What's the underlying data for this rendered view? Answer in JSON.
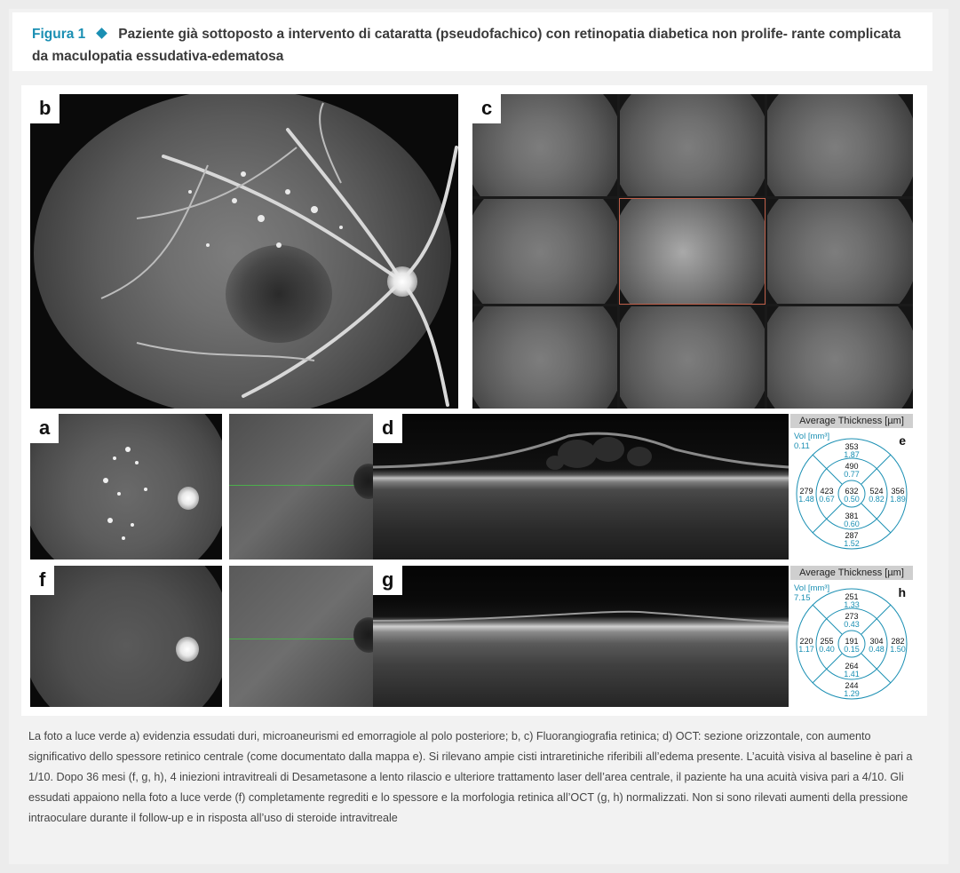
{
  "header": {
    "figure_label": "Figura 1",
    "title": "Paziente già sottoposto a intervento di cataratta (pseudofachico) con retinopatia diabetica non prolife- rante complicata da maculopatia essudativa-edematosa"
  },
  "panels": {
    "b": "b",
    "c": "c",
    "a": "a",
    "d": "d",
    "f": "f",
    "g": "g"
  },
  "map_e": {
    "header": "Average Thickness [µm]",
    "vol_label": "Vol [mm³]",
    "vol_value": "0.11",
    "letter": "e",
    "values": {
      "top_outer": "353",
      "top_outer_vol": "1.87",
      "top_inner": "490",
      "top_inner_vol": "0.77",
      "left_outer": "279",
      "left_outer_vol": "1.48",
      "left_inner": "423",
      "left_inner_vol": "0.67",
      "center": "632",
      "center_vol": "0.50",
      "right_inner": "524",
      "right_inner_vol": "0.82",
      "right_outer": "356",
      "right_outer_vol": "1.89",
      "bottom_inner": "381",
      "bottom_inner_vol": "0.60",
      "bottom_outer": "287",
      "bottom_outer_vol": "1.52"
    }
  },
  "map_h": {
    "header": "Average Thickness [µm]",
    "vol_label": "Vol [mm³]",
    "vol_value": "7.15",
    "letter": "h",
    "values": {
      "top_outer": "251",
      "top_outer_vol": "1.33",
      "top_inner": "273",
      "top_inner_vol": "0.43",
      "left_outer": "220",
      "left_outer_vol": "1.17",
      "left_inner": "255",
      "left_inner_vol": "0.40",
      "center": "191",
      "center_vol": "0.15",
      "right_inner": "304",
      "right_inner_vol": "0.48",
      "right_outer": "282",
      "right_outer_vol": "1.50",
      "bottom_inner": "264",
      "bottom_inner_vol": "1.41",
      "bottom_outer": "244",
      "bottom_outer_vol": "1.29"
    }
  },
  "caption_body": "La foto a luce verde a) evidenzia essudati duri, microaneurismi ed emorragiole al polo posteriore; b, c) Fluorangiografia retinica; d) OCT: sezione orizzontale, con aumento significativo dello spessore retinico centrale (come documentato dalla mappa e). Si rilevano ampie cisti intraretiniche riferibili all’edema presente. L’acuità visiva al baseline è pari a 1/10. Dopo 36 mesi (f, g, h), 4 iniezioni intravitreali di Desametasone a lento rilascio e ulteriore trattamento laser dell’area centrale, il paziente ha una acuità visiva pari a 4/10. Gli essudati appaiono nella foto a luce verde (f) completamente regrediti e lo spessore e la morfologia retinica all’OCT (g, h) normalizzati. Non si sono rilevati aumenti della pressione intraoculare durante il follow-up e in risposta all’uso di steroide intravitreale"
}
